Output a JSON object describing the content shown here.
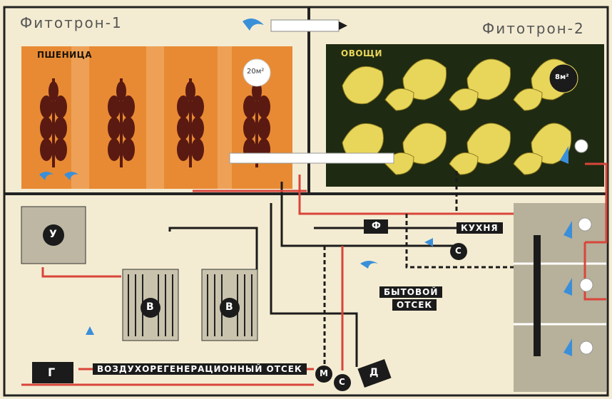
{
  "phytotron_1": {
    "title": "Фитотрон-1",
    "crop_label": "ПШЕНИЦА",
    "area_badge": "20м²"
  },
  "phytotron_2": {
    "title": "Фитотрон-2",
    "crop_label": "ОВОЩИ",
    "area_badge": "8м²"
  },
  "compartments": {
    "living_label_line1": "БЫТОВОЙ",
    "living_label_line2": "ОТСЕК",
    "air_regen_label": "ВОЗДУХОРЕГЕНЕРАЦИОННЫЙ ОТСЕК",
    "kitchen_label": "КУХНЯ"
  },
  "units": {
    "u": "У",
    "v1": "В",
    "v2": "В",
    "f": "Ф",
    "s": "С",
    "g": "Г",
    "m": "М",
    "s2": "С",
    "d": "Д"
  },
  "colors": {
    "wheat_panel": "#e88a33",
    "veg_panel": "#1f2a12",
    "veg_leaf": "#e8d65a",
    "pipe_red": "#d9453a",
    "pipe_blue": "#3a8fd9",
    "pipe_black": "#1b1b1b"
  }
}
